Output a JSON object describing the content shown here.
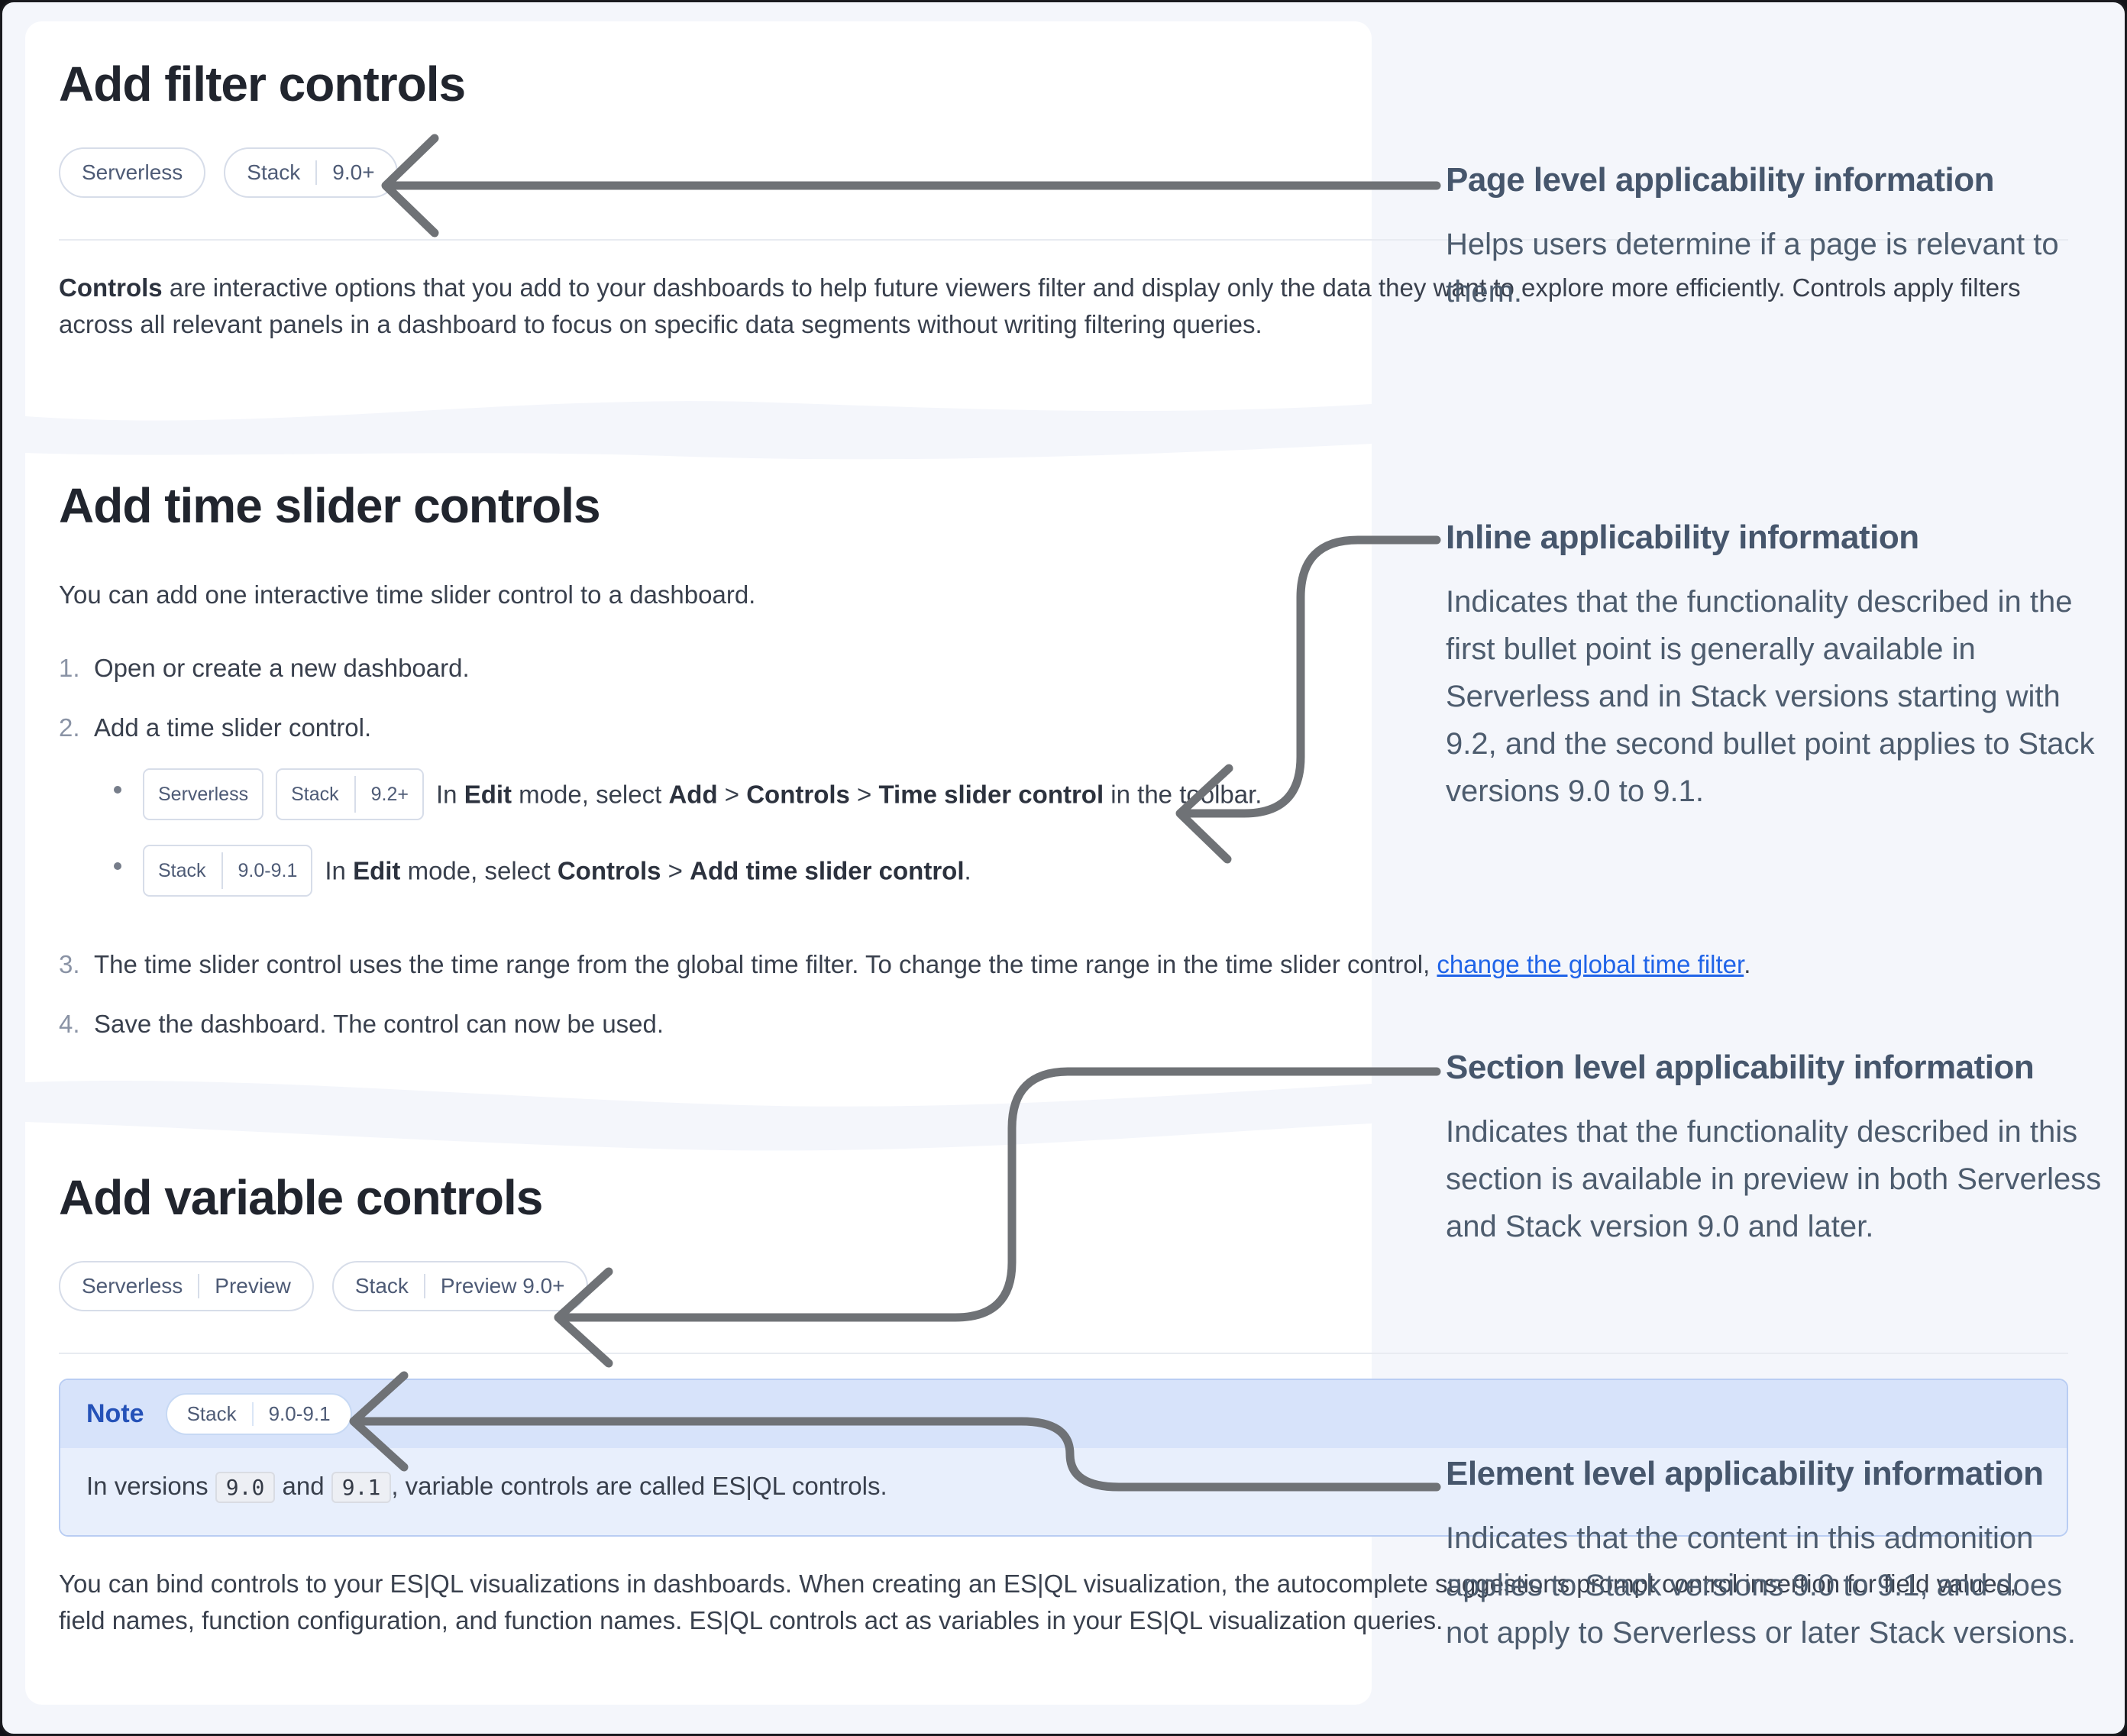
{
  "card_filter": {
    "title": "Add filter controls",
    "badges": [
      [
        "Serverless"
      ],
      [
        "Stack",
        "9.0+"
      ]
    ],
    "paragraph": [
      {
        "b": "Controls"
      },
      {
        "t": " are interactive options that you add to your dashboards to help future viewers filter and display only the data they want to explore more efficiently. Controls apply filters across all relevant panels in a dashboard to focus on specific data segments without writing filtering queries."
      }
    ]
  },
  "card_timeslider": {
    "title": "Add time slider controls",
    "intro": "You can add one interactive time slider control to a dashboard.",
    "steps": [
      {
        "num": "1.",
        "rich": [
          {
            "t": "Open or create a new dashboard."
          }
        ]
      },
      {
        "num": "2.",
        "rich": [
          {
            "t": "Add a time slider control."
          }
        ]
      },
      {
        "num": "3.",
        "rich": [
          {
            "t": "The time slider control uses the time range from the global time filter. To change the time range in the time slider control, "
          },
          {
            "a": "change the global time filter"
          },
          {
            "t": "."
          }
        ]
      },
      {
        "num": "4.",
        "rich": [
          {
            "t": "Save the dashboard. The control can now be used."
          }
        ]
      }
    ],
    "bullet1": {
      "badges": [
        [
          "Serverless"
        ],
        [
          "Stack",
          "9.2+"
        ]
      ],
      "rich": [
        {
          "t": "In "
        },
        {
          "b": "Edit"
        },
        {
          "t": " mode, select "
        },
        {
          "b": "Add"
        },
        {
          "t": " > "
        },
        {
          "b": "Controls"
        },
        {
          "t": " > "
        },
        {
          "b": "Time slider control"
        },
        {
          "t": " in the toolbar."
        }
      ]
    },
    "bullet2": {
      "badges": [
        [
          "Stack",
          "9.0-9.1"
        ]
      ],
      "rich": [
        {
          "t": "In "
        },
        {
          "b": "Edit"
        },
        {
          "t": " mode, select "
        },
        {
          "b": "Controls"
        },
        {
          "t": " > "
        },
        {
          "b": "Add time slider control"
        },
        {
          "t": "."
        }
      ]
    }
  },
  "card_variable": {
    "title": "Add variable controls",
    "badges": [
      [
        "Serverless",
        "Preview"
      ],
      [
        "Stack",
        "Preview 9.0+"
      ]
    ],
    "note": {
      "label": "Note",
      "badges": [
        [
          "Stack",
          "9.0-9.1"
        ]
      ],
      "rich": [
        {
          "t": "In versions "
        },
        {
          "c": "9.0"
        },
        {
          "t": " and "
        },
        {
          "c": "9.1"
        },
        {
          "t": ", variable controls are called ES|QL controls."
        }
      ]
    },
    "paragraph": "You can bind controls to your ES|QL visualizations in dashboards. When creating an ES|QL visualization, the autocomplete suggestions prompt control insertion for field values, field names, function configuration, and function names. ES|QL controls act as variables in your ES|QL visualization queries."
  },
  "annotations": [
    {
      "heading": "Page level applicability information",
      "body": "Helps users determine if a page is relevant to them."
    },
    {
      "heading": "Inline applicability information",
      "body": "Indicates that the functionality described in the first bullet point is generally available in Serverless and in Stack versions starting with 9.2, and the second bullet point applies to Stack versions 9.0 to 9.1."
    },
    {
      "heading": "Section level applicability information",
      "body": "Indicates that the functionality described in this section is available in preview in both Serverless and Stack version 9.0 and later."
    },
    {
      "heading": "Element level applicability information",
      "body": "Indicates that the content in this admonition applies to Stack versions 9.0 to 9.1, and does not apply to Serverless or later Stack versions."
    }
  ],
  "colors": {
    "page_bg": "#f4f6fb",
    "card_bg": "#ffffff",
    "arrow": "#6f7276",
    "accent_blue": "#2552b8",
    "link_blue": "#2064e8",
    "note_border": "#b9cdf3",
    "note_header_bg": "#d7e3fa",
    "note_body_bg": "#e8effc",
    "badge_border": "#d7dde9",
    "badge_text": "#4e5b76",
    "annotation_text": "#4d5c6e"
  }
}
